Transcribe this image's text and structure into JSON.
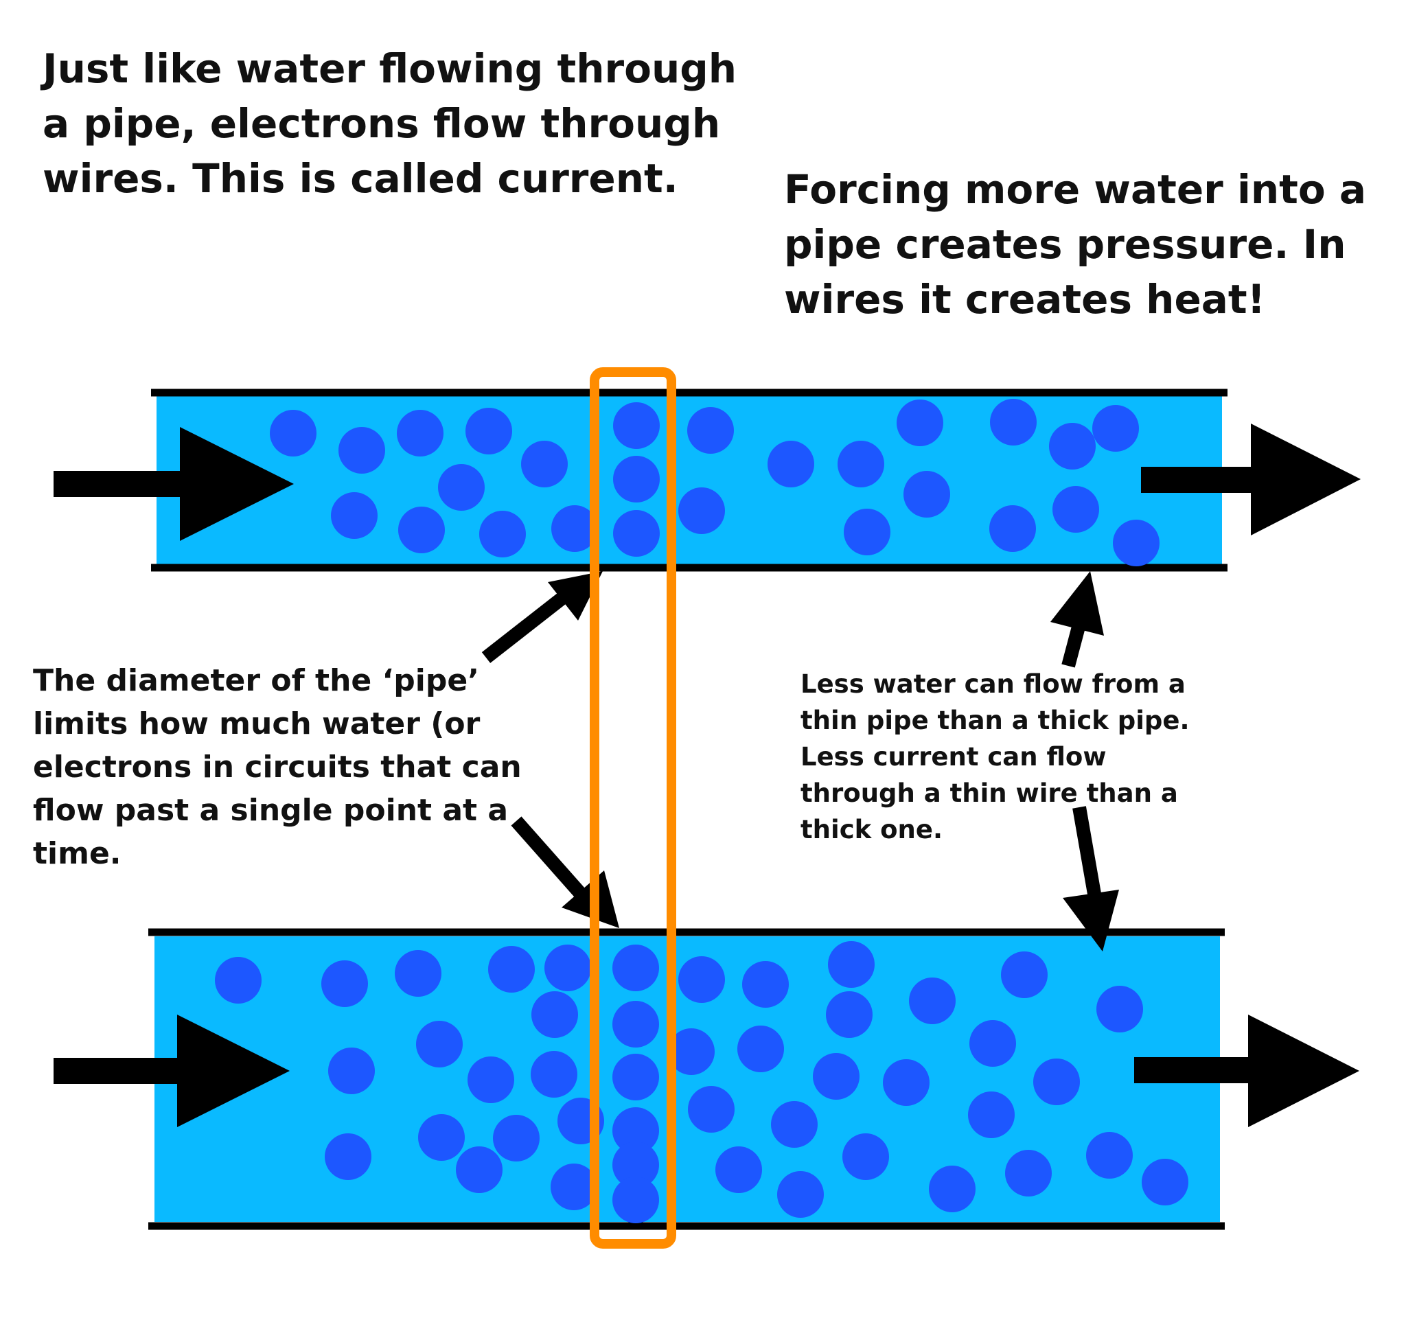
{
  "texts": {
    "current": "Just like water flowing through\na pipe, electrons flow through\nwires. This is called current.",
    "pressure": "Forcing more water into a\npipe creates pressure. In\nwires it creates heat!",
    "diameter": "The diameter of the ‘pipe’\nlimits how much water (or\nelectrons in circuits that can\nflow past a single point at a\ntime.",
    "thin_pipe": "Less water can flow from a\nthin pipe than a thick pipe.\nLess current can flow\nthrough a thin wire than a\nthick one."
  },
  "colors": {
    "water": "#0abaff",
    "electron": "#1d57ff",
    "pipe_wall": "#000000",
    "arrow": "#000000",
    "highlight": "#ff8c00"
  }
}
